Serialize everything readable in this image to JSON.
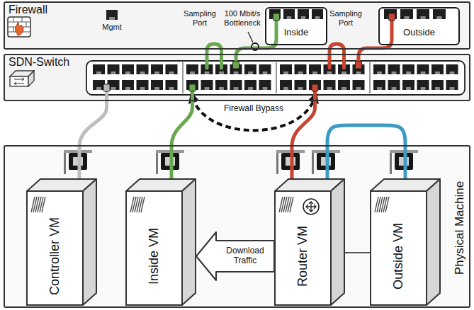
{
  "diagram": {
    "nodes": [
      {
        "text": [
          "Firewall"
        ]
      },
      {
        "text": [
          "Inside"
        ],
        "in": 0
      },
      {
        "text": [
          "Outside"
        ],
        "in": 0
      },
      {
        "text": [
          "SDN-Switch"
        ]
      },
      {
        "text": [
          "Physical Machine"
        ]
      },
      {
        "text": [
          "Controller VM"
        ],
        "in": 4
      },
      {
        "text": [
          "Inside VM"
        ],
        "in": 4
      },
      {
        "text": [
          "Router VM"
        ],
        "in": 4
      },
      {
        "text": [
          "Outside VM"
        ],
        "in": 4
      }
    ],
    "edges": [
      {
        "from": 5,
        "to": 3,
        "arrow": "none"
      },
      {
        "from": 6,
        "to": 3,
        "arrow": "none"
      },
      {
        "from": 7,
        "to": 3,
        "arrow": "none"
      },
      {
        "from": 7,
        "to": 8,
        "arrow": "none"
      },
      {
        "from": 3,
        "to": 1,
        "arrow": "none"
      },
      {
        "from": 3,
        "to": 2,
        "arrow": "none"
      },
      {
        "from": 7,
        "to": 6,
        "label": "Download Traffic",
        "arrow": "to"
      },
      {
        "from": 7,
        "to": 8,
        "arrow": "none"
      }
    ],
    "labels": [
      "Mgmt",
      "Sampling Port",
      "100 Mbit/s Bottleneck",
      "Sampling Port",
      "Firewall Bypass"
    ]
  }
}
